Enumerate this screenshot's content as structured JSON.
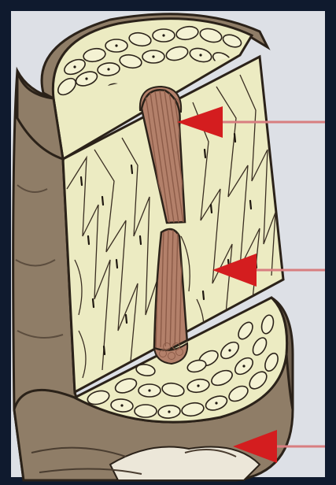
{
  "diagram": {
    "colors": {
      "frame": "#0f1a2e",
      "paper": "#dde0e6",
      "bark": "#8f7d67",
      "bark_dark": "#6f604f",
      "bark_light": "#b9a98f",
      "cortex_fill": "#ecebc2",
      "cell_fill": "#f4f2d3",
      "medulla": "#b3806a",
      "medulla_stripe": "#8c5b48",
      "outline": "#2b2219",
      "arrow": "#d41d1f",
      "pointer_line": "#d87e80",
      "base_highlight": "#ece7d9"
    },
    "arrows": [
      {
        "name": "medulla-arrow",
        "target": "medulla"
      },
      {
        "name": "cortex-arrow",
        "target": "cortex"
      },
      {
        "name": "cuticle-arrow",
        "target": "cuticle"
      }
    ]
  }
}
